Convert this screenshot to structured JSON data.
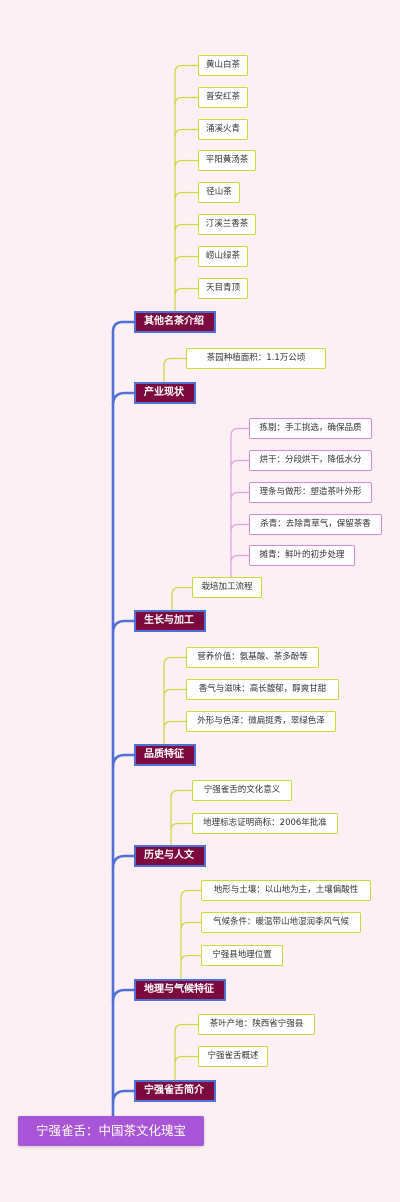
{
  "root": {
    "label": "宁强雀舌：中国茶文化瑰宝"
  },
  "branches": [
    {
      "label": "其他名茶介绍",
      "children": [
        {
          "label": "黄山白茶"
        },
        {
          "label": "普安红茶"
        },
        {
          "label": "涌溪火青"
        },
        {
          "label": "平阳黄汤茶"
        },
        {
          "label": "径山茶"
        },
        {
          "label": "汀溪兰香茶"
        },
        {
          "label": "崂山绿茶"
        },
        {
          "label": "天目青顶"
        }
      ]
    },
    {
      "label": "产业现状",
      "children": [
        {
          "label": "茶园种植面积：1.1万公顷"
        }
      ]
    },
    {
      "label": "生长与加工",
      "children": [
        {
          "label": "栽培加工流程",
          "children": [
            {
              "label": "拣剔：手工挑选，确保品质"
            },
            {
              "label": "烘干：分段烘干，降低水分"
            },
            {
              "label": "理条与做形：塑造茶叶外形"
            },
            {
              "label": "杀青：去除青草气，保留茶香"
            },
            {
              "label": "摊青：鲜叶的初步处理"
            }
          ]
        }
      ]
    },
    {
      "label": "品质特征",
      "children": [
        {
          "label": "营养价值：氨基酸、茶多酚等"
        },
        {
          "label": "香气与滋味：高长馥郁，醇爽甘甜"
        },
        {
          "label": "外形与色泽：微扁挺秀，翠绿色泽"
        }
      ]
    },
    {
      "label": "历史与人文",
      "children": [
        {
          "label": "宁强雀舌的文化意义"
        },
        {
          "label": "地理标志证明商标：2006年批准"
        }
      ]
    },
    {
      "label": "地理与气候特征",
      "children": [
        {
          "label": "地形与土壤：以山地为主，土壤偏酸性"
        },
        {
          "label": "气候条件：暖温带山地湿润季风气候"
        },
        {
          "label": "宁强县地理位置"
        }
      ]
    },
    {
      "label": "宁强雀舌简介",
      "children": [
        {
          "label": "茶叶产地：陕西省宁强县"
        },
        {
          "label": "宁强雀舌概述"
        }
      ]
    }
  ],
  "colors": {
    "background": "#fdf0f5",
    "root_fill": "#a855d8",
    "branch_fill": "#7d0a3f",
    "branch_border": "#4f70d6",
    "trunk_line": "#4f70d6",
    "leaf_border": "#c8d93c",
    "subleaf_border": "#dc8ad6",
    "leaf_line": "#c8d93c",
    "subleaf_line": "#e0a0dc"
  }
}
